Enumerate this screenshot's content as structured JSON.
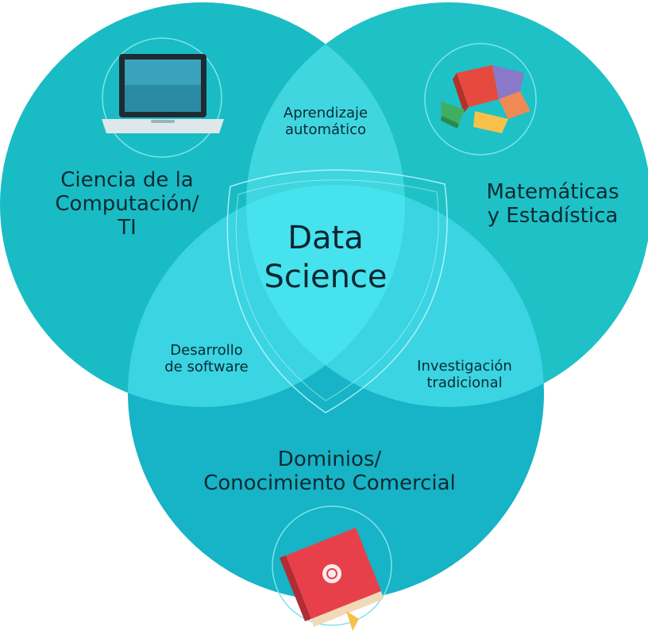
{
  "diagram": {
    "center_label": [
      "Data",
      "Science"
    ],
    "sets": {
      "computer_science": [
        "Ciencia de la",
        "Computación/",
        "TI"
      ],
      "math_statistics": [
        "Matemáticas",
        "y Estadística"
      ],
      "domain_business": [
        "Dominios/",
        "Conocimiento Comercial"
      ]
    },
    "overlaps": {
      "machine_learning": [
        "Aprendizaje",
        "automático"
      ],
      "software_development": [
        "Desarrollo",
        "de software"
      ],
      "traditional_research": [
        "Investigación",
        "tradicional"
      ]
    },
    "icons": {
      "computer_science": "laptop-icon",
      "math_statistics": "pie-chart-icon",
      "domain_business": "book-icon"
    },
    "colors": {
      "circle_top_left": "#19bcc4",
      "circle_top_right": "#1ec1c6",
      "circle_bottom": "#17b3c6",
      "overlap_light": "#3fdbe8",
      "center_region": "#46e3ee",
      "text": "#0d2a33"
    }
  }
}
